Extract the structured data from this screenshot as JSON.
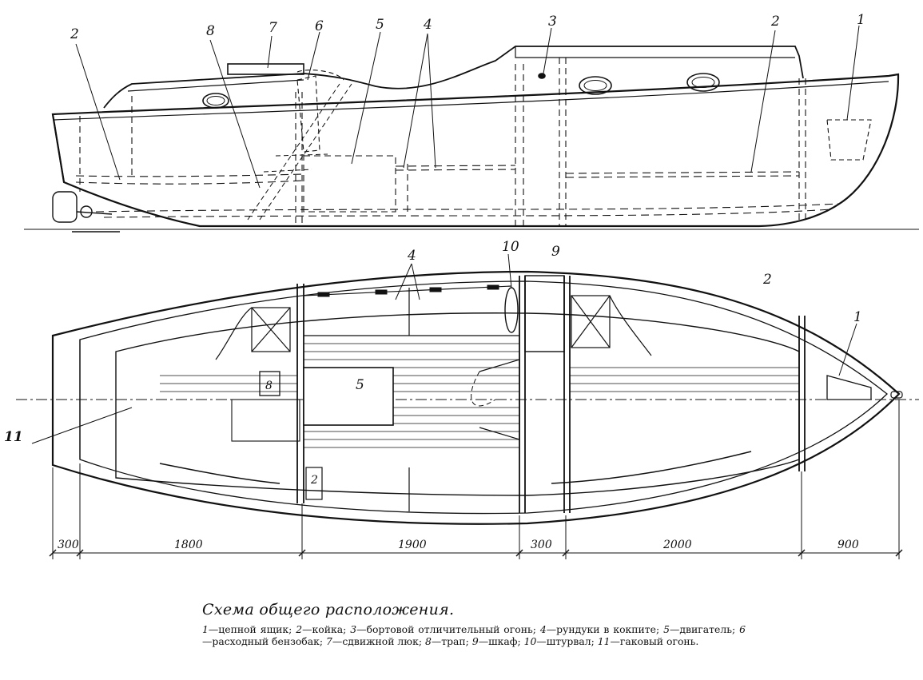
{
  "labels": {
    "side": [
      "1",
      "2",
      "2",
      "3",
      "4",
      "5",
      "6",
      "7",
      "8"
    ],
    "plan": [
      "1",
      "2",
      "2",
      "4",
      "5",
      "8",
      "9",
      "10",
      "11"
    ]
  },
  "dimensions": [
    "300",
    "1800",
    "1900",
    "300",
    "2000",
    "900"
  ],
  "caption": {
    "title": "Схема общего расположения.",
    "legend": [
      {
        "num": "1",
        "text": "—цепной ящик;"
      },
      {
        "num": "2",
        "text": "—койка;"
      },
      {
        "num": "3",
        "text": "—бортовой отличительный огонь;"
      },
      {
        "num": "4",
        "text": "—рундуки в кокпите;"
      },
      {
        "num": "5",
        "text": "—двигатель;"
      },
      {
        "num": "6",
        "text": "—расходный бензобак;"
      },
      {
        "num": "7",
        "text": "—сдвижной люк;"
      },
      {
        "num": "8",
        "text": "—трап;"
      },
      {
        "num": "9",
        "text": "—шкаф;"
      },
      {
        "num": "10",
        "text": "—штурвал;"
      },
      {
        "num": "11",
        "text": "—гаковый огонь."
      }
    ]
  }
}
